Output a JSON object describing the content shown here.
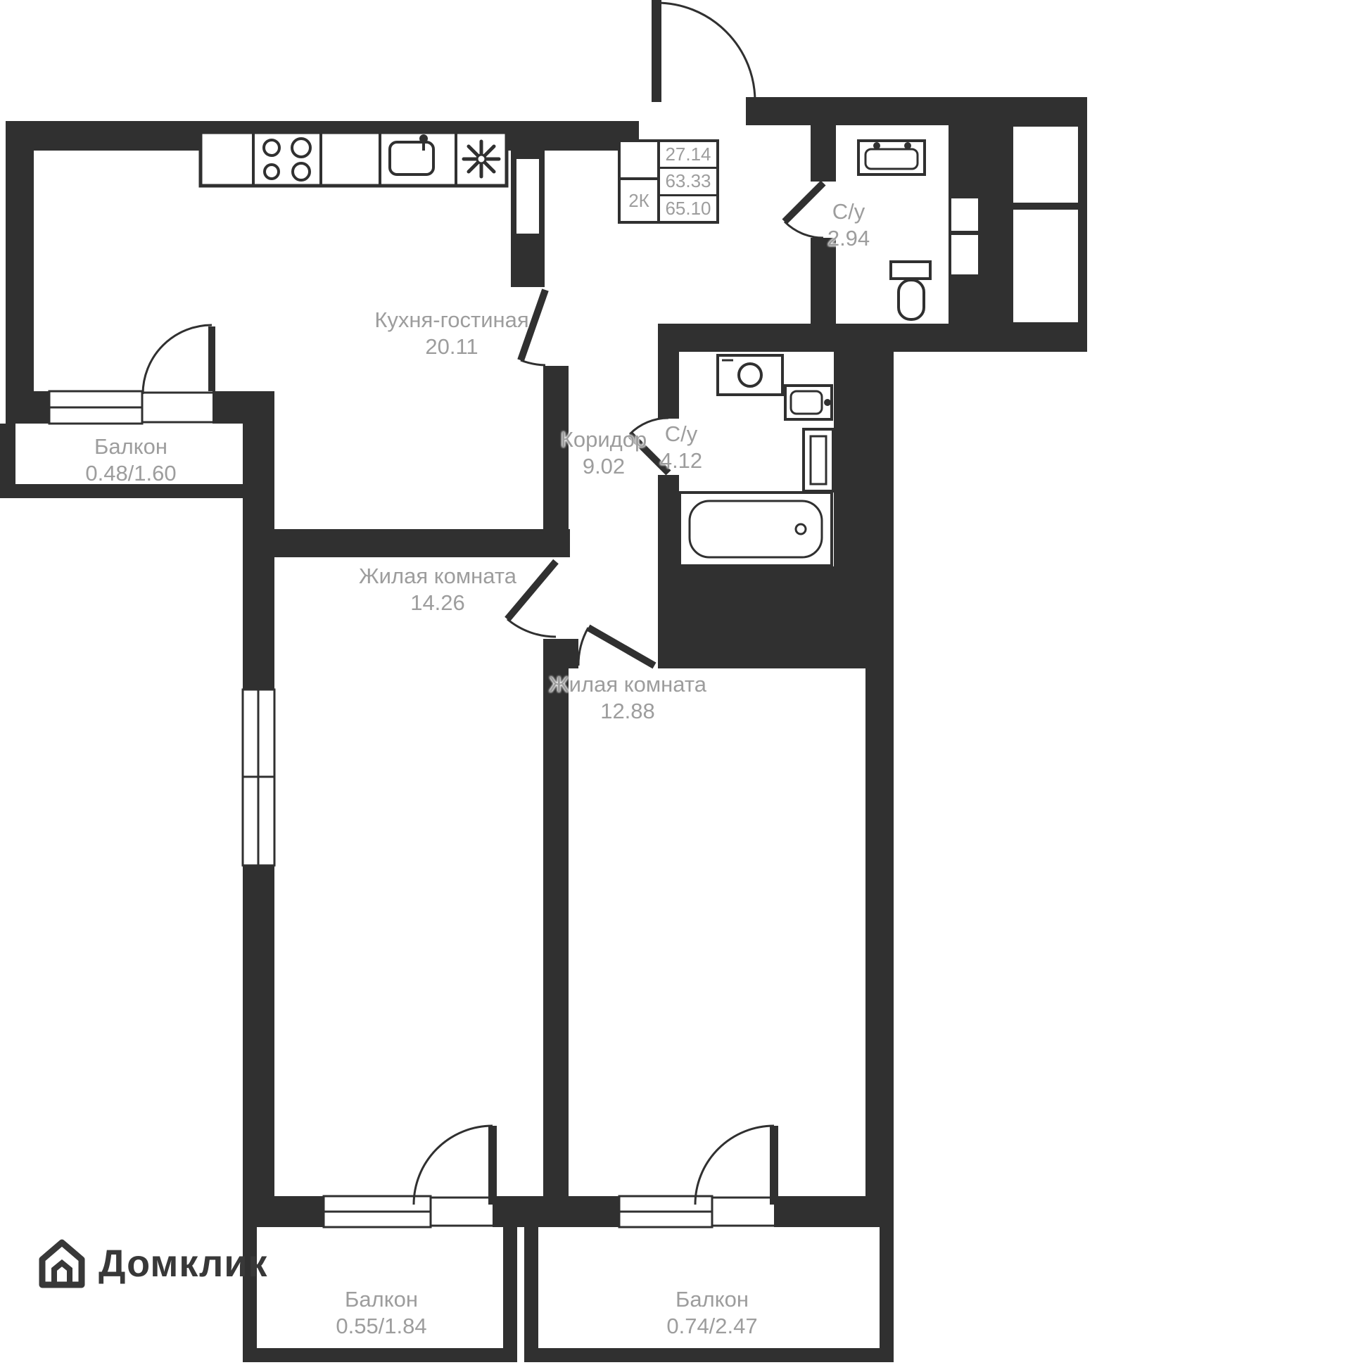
{
  "brand": {
    "name": "Домклик"
  },
  "stamp": {
    "living_area": "27.14",
    "rooms_label": "2К",
    "area": "63.33",
    "total_area": "65.10"
  },
  "rooms": [
    {
      "name": "Кухня-гостиная",
      "area": "20.11"
    },
    {
      "name": "Коридор",
      "area": "9.02"
    },
    {
      "name": "С/у",
      "area": "2.94"
    },
    {
      "name": "С/у",
      "area": "4.12"
    },
    {
      "name": "Жилая комната",
      "area": "14.26"
    },
    {
      "name": "Жилая комната",
      "area": "12.88"
    },
    {
      "name": "Балкон",
      "area": "0.48/1.60"
    },
    {
      "name": "Балкон",
      "area": "0.55/1.84"
    },
    {
      "name": "Балкон",
      "area": "0.74/2.47"
    }
  ],
  "colors": {
    "wall": "#303030",
    "label": "#9d9d9d",
    "background": "#ffffff"
  }
}
